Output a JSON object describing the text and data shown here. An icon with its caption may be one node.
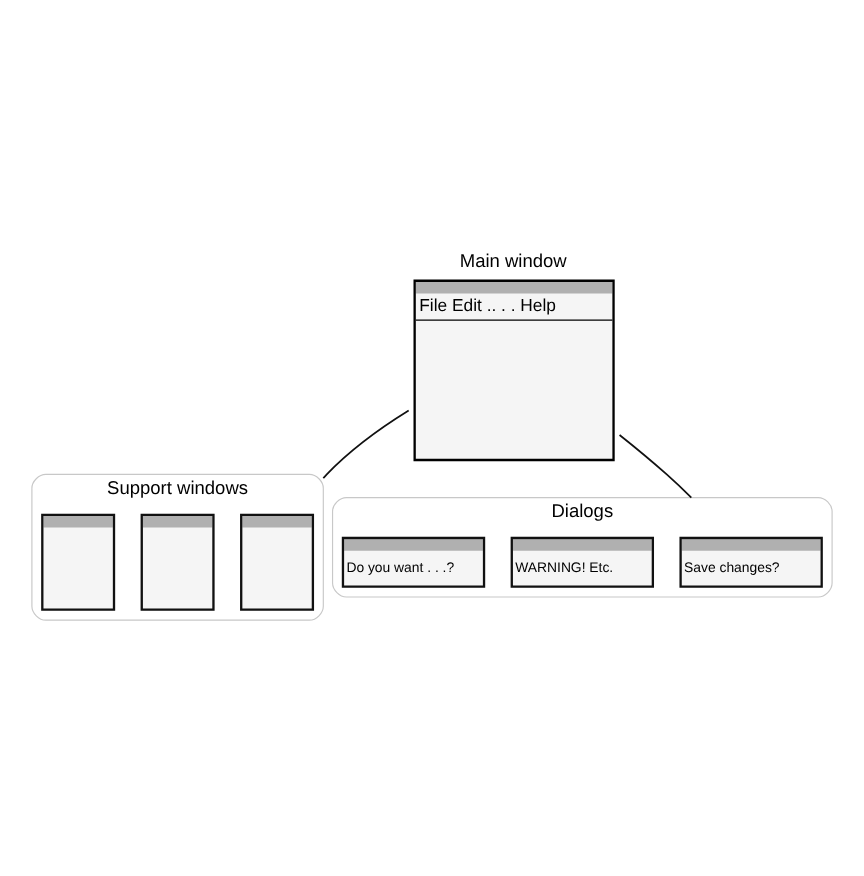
{
  "diagram": {
    "nodes": [
      {
        "text": [
          "Main window",
          "File Edit .. . . Help"
        ]
      },
      {
        "text": [
          "Support windows"
        ]
      },
      {
        "text": [],
        "shape": "box",
        "in": 1
      },
      {
        "text": [],
        "shape": "box",
        "in": 1
      },
      {
        "text": [],
        "shape": "box",
        "in": 1
      },
      {
        "text": [
          "Dialogs"
        ]
      },
      {
        "text": [
          "Save changes?"
        ],
        "in": 5
      },
      {
        "text": [
          "WARNING! Etc."
        ],
        "in": 5
      },
      {
        "text": [
          "Do you want . . .?"
        ],
        "in": 5
      }
    ],
    "edges": [
      {
        "from": 0,
        "to": 1,
        "arrow": "none"
      },
      {
        "from": 0,
        "to": 5,
        "arrow": "none"
      }
    ]
  }
}
